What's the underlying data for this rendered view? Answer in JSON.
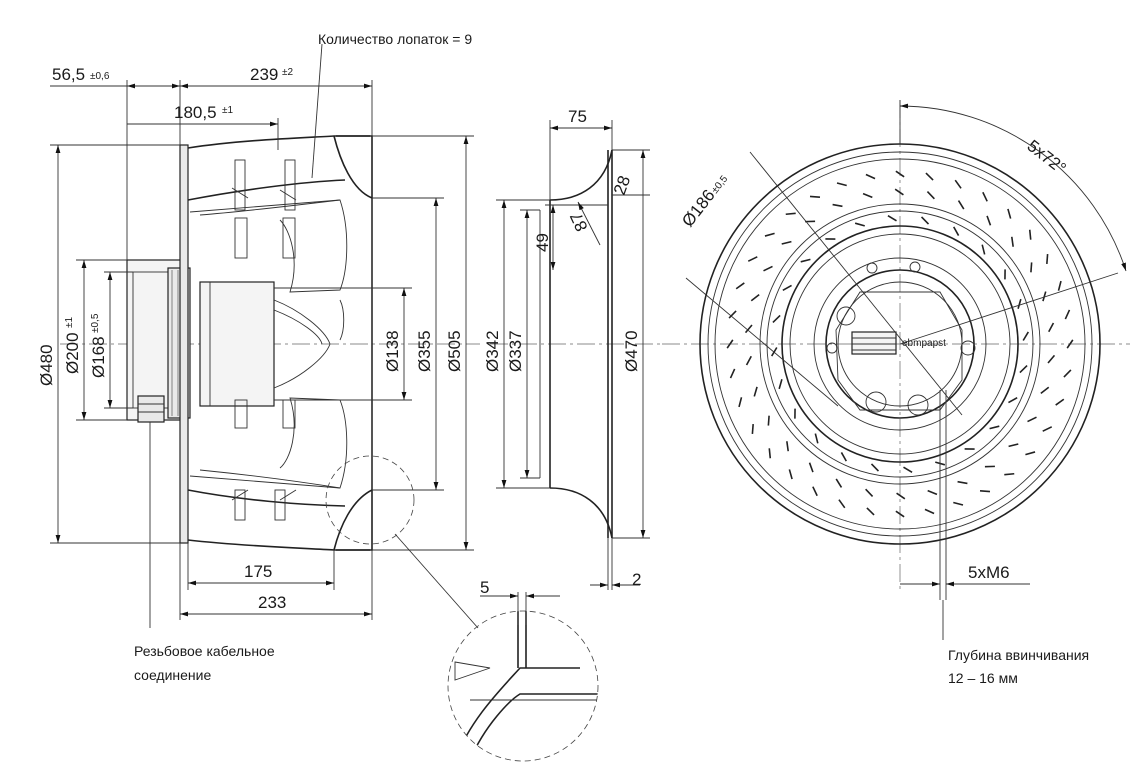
{
  "labels": {
    "blade_count": "Количество лопаток = 9",
    "dim_56_5": "56,5",
    "tol_56_5": "±0,6",
    "dim_239": "239",
    "tol_239": "±2",
    "dim_180_5": "180,5",
    "tol_180_5": "±1",
    "dia_480": "Ø480",
    "dia_200": "Ø200",
    "tol_200": "±1",
    "dia_168": "Ø168",
    "tol_168": "±0,5",
    "dia_138": "Ø138",
    "dia_355": "Ø355",
    "dia_505": "Ø505",
    "dim_175": "175",
    "dim_233": "233",
    "dim_75": "75",
    "dim_28": "28",
    "dim_49": "49",
    "dim_87": "87",
    "dia_342": "Ø342",
    "dia_337": "Ø337",
    "dia_470": "Ø470",
    "dim_2": "2",
    "dim_5": "5",
    "dia_186": "Ø186",
    "tol_186": "±0,5",
    "angle": "5x72°",
    "thread": "5xM6",
    "brand": "ebmpapst"
  },
  "notes": {
    "cable_gland": [
      "Резьбовое кабельное",
      "соединение"
    ],
    "screw_depth": [
      "Глубина ввинчивания",
      "12 – 16 мм"
    ]
  }
}
